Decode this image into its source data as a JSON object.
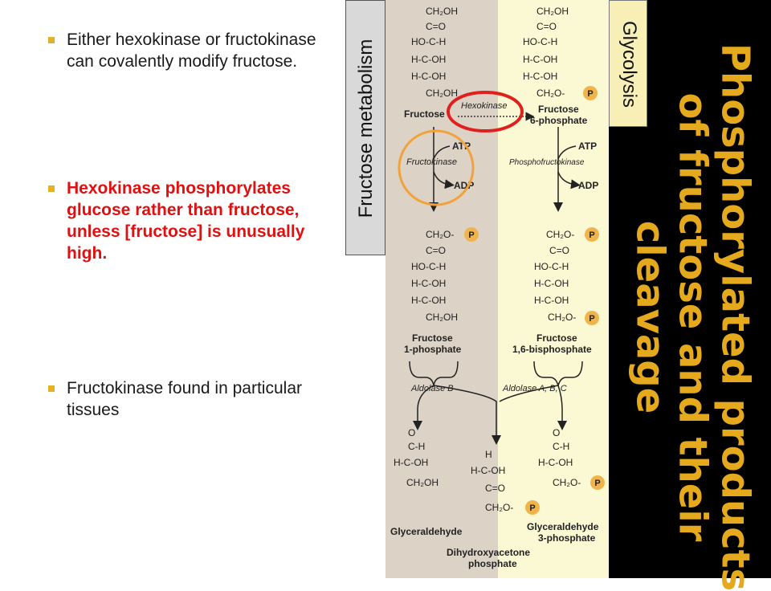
{
  "bullets": [
    {
      "text": "Either hexokinase or fructokinase can covalently modify  fructose.",
      "color": "#1a1a1a"
    },
    {
      "text": "Hexokinase phosphorylates glucose rather than fructose, unless [fructose] is unusually high.",
      "color": "#e01010"
    },
    {
      "text": "Fructokinase found in particular tissues",
      "color": "#1a1a1a"
    }
  ],
  "side_labels": {
    "left": "Fructose metabolism",
    "right": "Glycolysis"
  },
  "title": {
    "line1": "Phosphorylated products",
    "line2": "of fructose and their",
    "line3": "cleavage",
    "color": "#e5a91d"
  },
  "chem": {
    "ch2oh": "CH₂OH",
    "co": "C=O",
    "hoch": "HO-C-H",
    "hcoh": "H-C-OH",
    "ch2o": "CH₂O-",
    "ch2o2": "CH₂O-",
    "h": "H",
    "c_h": "C-H",
    "o": "O",
    "p": "P",
    "fructose": "Fructose",
    "f6p_1": "Fructose",
    "f6p_2": "6-phosphate",
    "f1p_1": "Fructose",
    "f1p_2": "1-phosphate",
    "f16bp_1": "Fructose",
    "f16bp_2": "1,6-bisphosphate",
    "hexokinase": "Hexokinase",
    "fructokinase": "Fructokinase",
    "pfk": "Phosphofructokinase",
    "atp": "ATP",
    "adp": "ADP",
    "aldolase_b": "Aldolase B",
    "aldolase_abc": "Aldolase A, B, C",
    "glyceraldehyde": "Glyceraldehyde",
    "dhap_1": "Dihydroxyacetone",
    "dhap_2": "phosphate",
    "g3p_1": "Glyceraldehyde",
    "g3p_2": "3-phosphate"
  },
  "colors": {
    "left_column": "#dcd2c6",
    "right_column": "#fbf8d4",
    "phosphate": "#f1b44c",
    "hexokinase_circle": "#e0201e",
    "fructokinase_circle": "#f2a23b"
  }
}
